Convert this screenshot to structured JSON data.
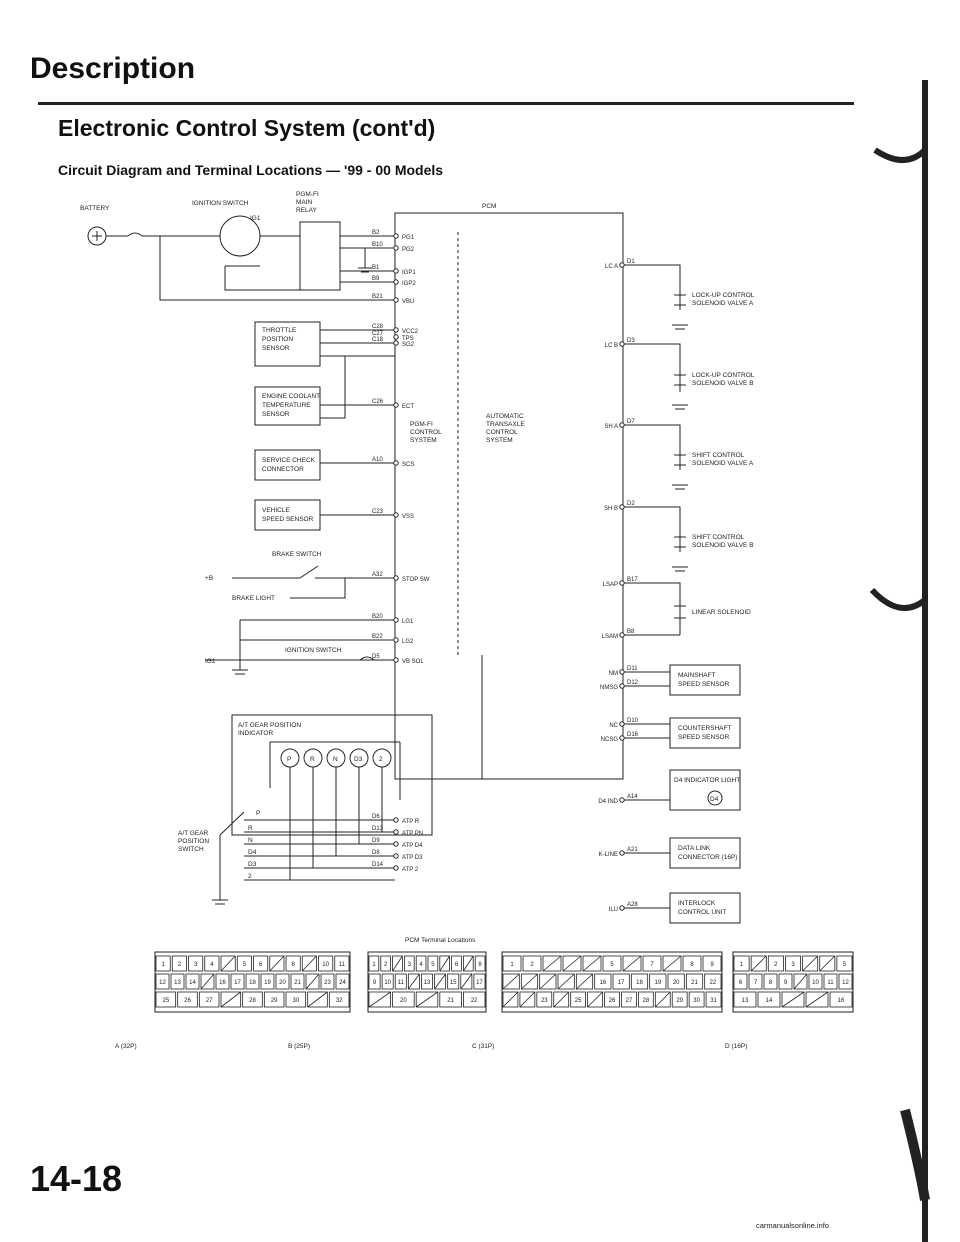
{
  "page": {
    "title": "Description",
    "subtitle": "Electronic Control System (cont'd)",
    "circuit_title": "Circuit Diagram and Terminal Locations — '99 - 00 Models",
    "page_number": "14-18"
  },
  "components": {
    "battery": "BATTERY",
    "ignition_switch_top": "IGNITION SWITCH",
    "ig1_top": "IG1",
    "main_relay": [
      "PGM-FI",
      "MAIN",
      "RELAY"
    ],
    "pcm": "PCM",
    "throttle_sensor": [
      "THROTTLE",
      "POSITION",
      "SENSOR"
    ],
    "ect_sensor": [
      "ENGINE COOLANT",
      "TEMPERATURE",
      "SENSOR"
    ],
    "service_check": [
      "SERVICE CHECK",
      "CONNECTOR"
    ],
    "vss": [
      "VEHICLE",
      "SPEED SENSOR"
    ],
    "brake_switch": "BRAKE SWITCH",
    "plus_b": "+B",
    "brake_light": "BRAKE LIGHT",
    "ignition_switch_mid": "IGNITION SWITCH",
    "ig1_mid": "IG1",
    "pgmfi_control": [
      "PGM-FI",
      "CONTROL",
      "SYSTEM"
    ],
    "at_control": [
      "AUTOMATIC",
      "TRANSAXLE",
      "CONTROL",
      "SYSTEM"
    ],
    "gear_indicator": [
      "A/T GEAR POSITION",
      "INDICATOR"
    ],
    "gear_indicator_lamps": [
      "P",
      "R",
      "N",
      "D3",
      "2"
    ],
    "gear_switch": [
      "A/T GEAR",
      "POSITION",
      "SWITCH"
    ],
    "gear_switch_positions": [
      "P",
      "R",
      "N",
      "D4",
      "D3",
      "2"
    ],
    "lockup_a": [
      "LOCK-UP CONTROL",
      "SOLENOID VALVE A"
    ],
    "lockup_b": [
      "LOCK-UP CONTROL",
      "SOLENOID VALVE B"
    ],
    "shift_a": [
      "SHIFT CONTROL",
      "SOLENOID VALVE A"
    ],
    "shift_b": [
      "SHIFT CONTROL",
      "SOLENOID VALVE B"
    ],
    "linear": "LINEAR SOLENOID",
    "mainshaft": [
      "MAINSHAFT",
      "SPEED SENSOR"
    ],
    "countershaft": [
      "COUNTERSHAFT",
      "SPEED SENSOR"
    ],
    "d4_lamp": [
      "D4 INDICATOR LIGHT"
    ],
    "d4_lamp_symbol": "D4",
    "dlc": [
      "DATA LINK",
      "CONNECTOR (16P)"
    ],
    "interlock": [
      "INTERLOCK",
      "CONTROL UNIT"
    ]
  },
  "left_terminals": [
    {
      "pin": "B2",
      "signal": "PG1"
    },
    {
      "pin": "B10",
      "signal": "PG2"
    },
    {
      "pin": "B1",
      "signal": "IGP1"
    },
    {
      "pin": "B9",
      "signal": "IGP2"
    },
    {
      "pin": "B21",
      "signal": "VBU"
    },
    {
      "pin": "C28",
      "signal": "VCC2"
    },
    {
      "pin": "C27",
      "signal": "TPS"
    },
    {
      "pin": "C18",
      "signal": "SG2"
    },
    {
      "pin": "C26",
      "signal": "ECT"
    },
    {
      "pin": "A10",
      "signal": "SCS"
    },
    {
      "pin": "C23",
      "signal": "VSS"
    },
    {
      "pin": "A32",
      "signal": "STOP SW"
    },
    {
      "pin": "B20",
      "signal": "LG1"
    },
    {
      "pin": "B22",
      "signal": "LG2"
    },
    {
      "pin": "D5",
      "signal": "VB SOL"
    },
    {
      "pin": "D6",
      "signal": "ATP R"
    },
    {
      "pin": "D13",
      "signal": "ATP PN"
    },
    {
      "pin": "D9",
      "signal": "ATP D4"
    },
    {
      "pin": "D8",
      "signal": "ATP D3"
    },
    {
      "pin": "D14",
      "signal": "ATP 2"
    }
  ],
  "right_terminals": [
    {
      "pin": "D1",
      "signal": "LC A"
    },
    {
      "pin": "D3",
      "signal": "LC B"
    },
    {
      "pin": "D7",
      "signal": "SH A"
    },
    {
      "pin": "D2",
      "signal": "SH B"
    },
    {
      "pin": "B17",
      "signal": "LSAP"
    },
    {
      "pin": "B8",
      "signal": "LSAM"
    },
    {
      "pin": "D11",
      "signal": "NM"
    },
    {
      "pin": "D12",
      "signal": "NMSG"
    },
    {
      "pin": "D10",
      "signal": "NC"
    },
    {
      "pin": "D16",
      "signal": "NCSG"
    },
    {
      "pin": "A14",
      "signal": "D4 IND"
    },
    {
      "pin": "A21",
      "signal": "K-LINE"
    },
    {
      "pin": "A28",
      "signal": "ILU"
    }
  ],
  "terminal_locations": {
    "title": "PCM Terminal Locations",
    "connectors": [
      {
        "name": "A (32P)",
        "rows": [
          [
            "1",
            "2",
            "3",
            "4",
            "",
            "5",
            "6",
            "",
            "8",
            "",
            "10",
            "11"
          ],
          [
            "12",
            "13",
            "14",
            "",
            "16",
            "17",
            "18",
            "19",
            "20",
            "21",
            "",
            "23",
            "24"
          ],
          [
            "25",
            "26",
            "27",
            "",
            "28",
            "29",
            "30",
            "",
            "32"
          ]
        ]
      },
      {
        "name": "B (25P)",
        "rows": [
          [
            "1",
            "2",
            "",
            "3",
            "4",
            "5",
            "",
            "6",
            "",
            "8"
          ],
          [
            "9",
            "10",
            "11",
            "",
            "13",
            "",
            "15",
            "",
            "17"
          ],
          [
            "",
            "20",
            "",
            "21",
            "22"
          ]
        ]
      },
      {
        "name": "C (31P)",
        "rows": [
          [
            "1",
            "2",
            "",
            "",
            "",
            "5",
            "",
            "7",
            "",
            "8",
            "9"
          ],
          [
            "",
            "",
            "",
            "",
            "",
            "16",
            "17",
            "18",
            "19",
            "20",
            "21",
            "22"
          ],
          [
            "",
            "",
            "23",
            "",
            "25",
            "",
            "26",
            "27",
            "28",
            "",
            "29",
            "30",
            "31"
          ]
        ]
      },
      {
        "name": "D (16P)",
        "rows": [
          [
            "1",
            "",
            "2",
            "3",
            "",
            "",
            "5"
          ],
          [
            "6",
            "7",
            "8",
            "9",
            "",
            "10",
            "11",
            "12"
          ],
          [
            "13",
            "14",
            "",
            "",
            "16"
          ]
        ]
      }
    ]
  },
  "watermark": "carmanualsonline.info"
}
